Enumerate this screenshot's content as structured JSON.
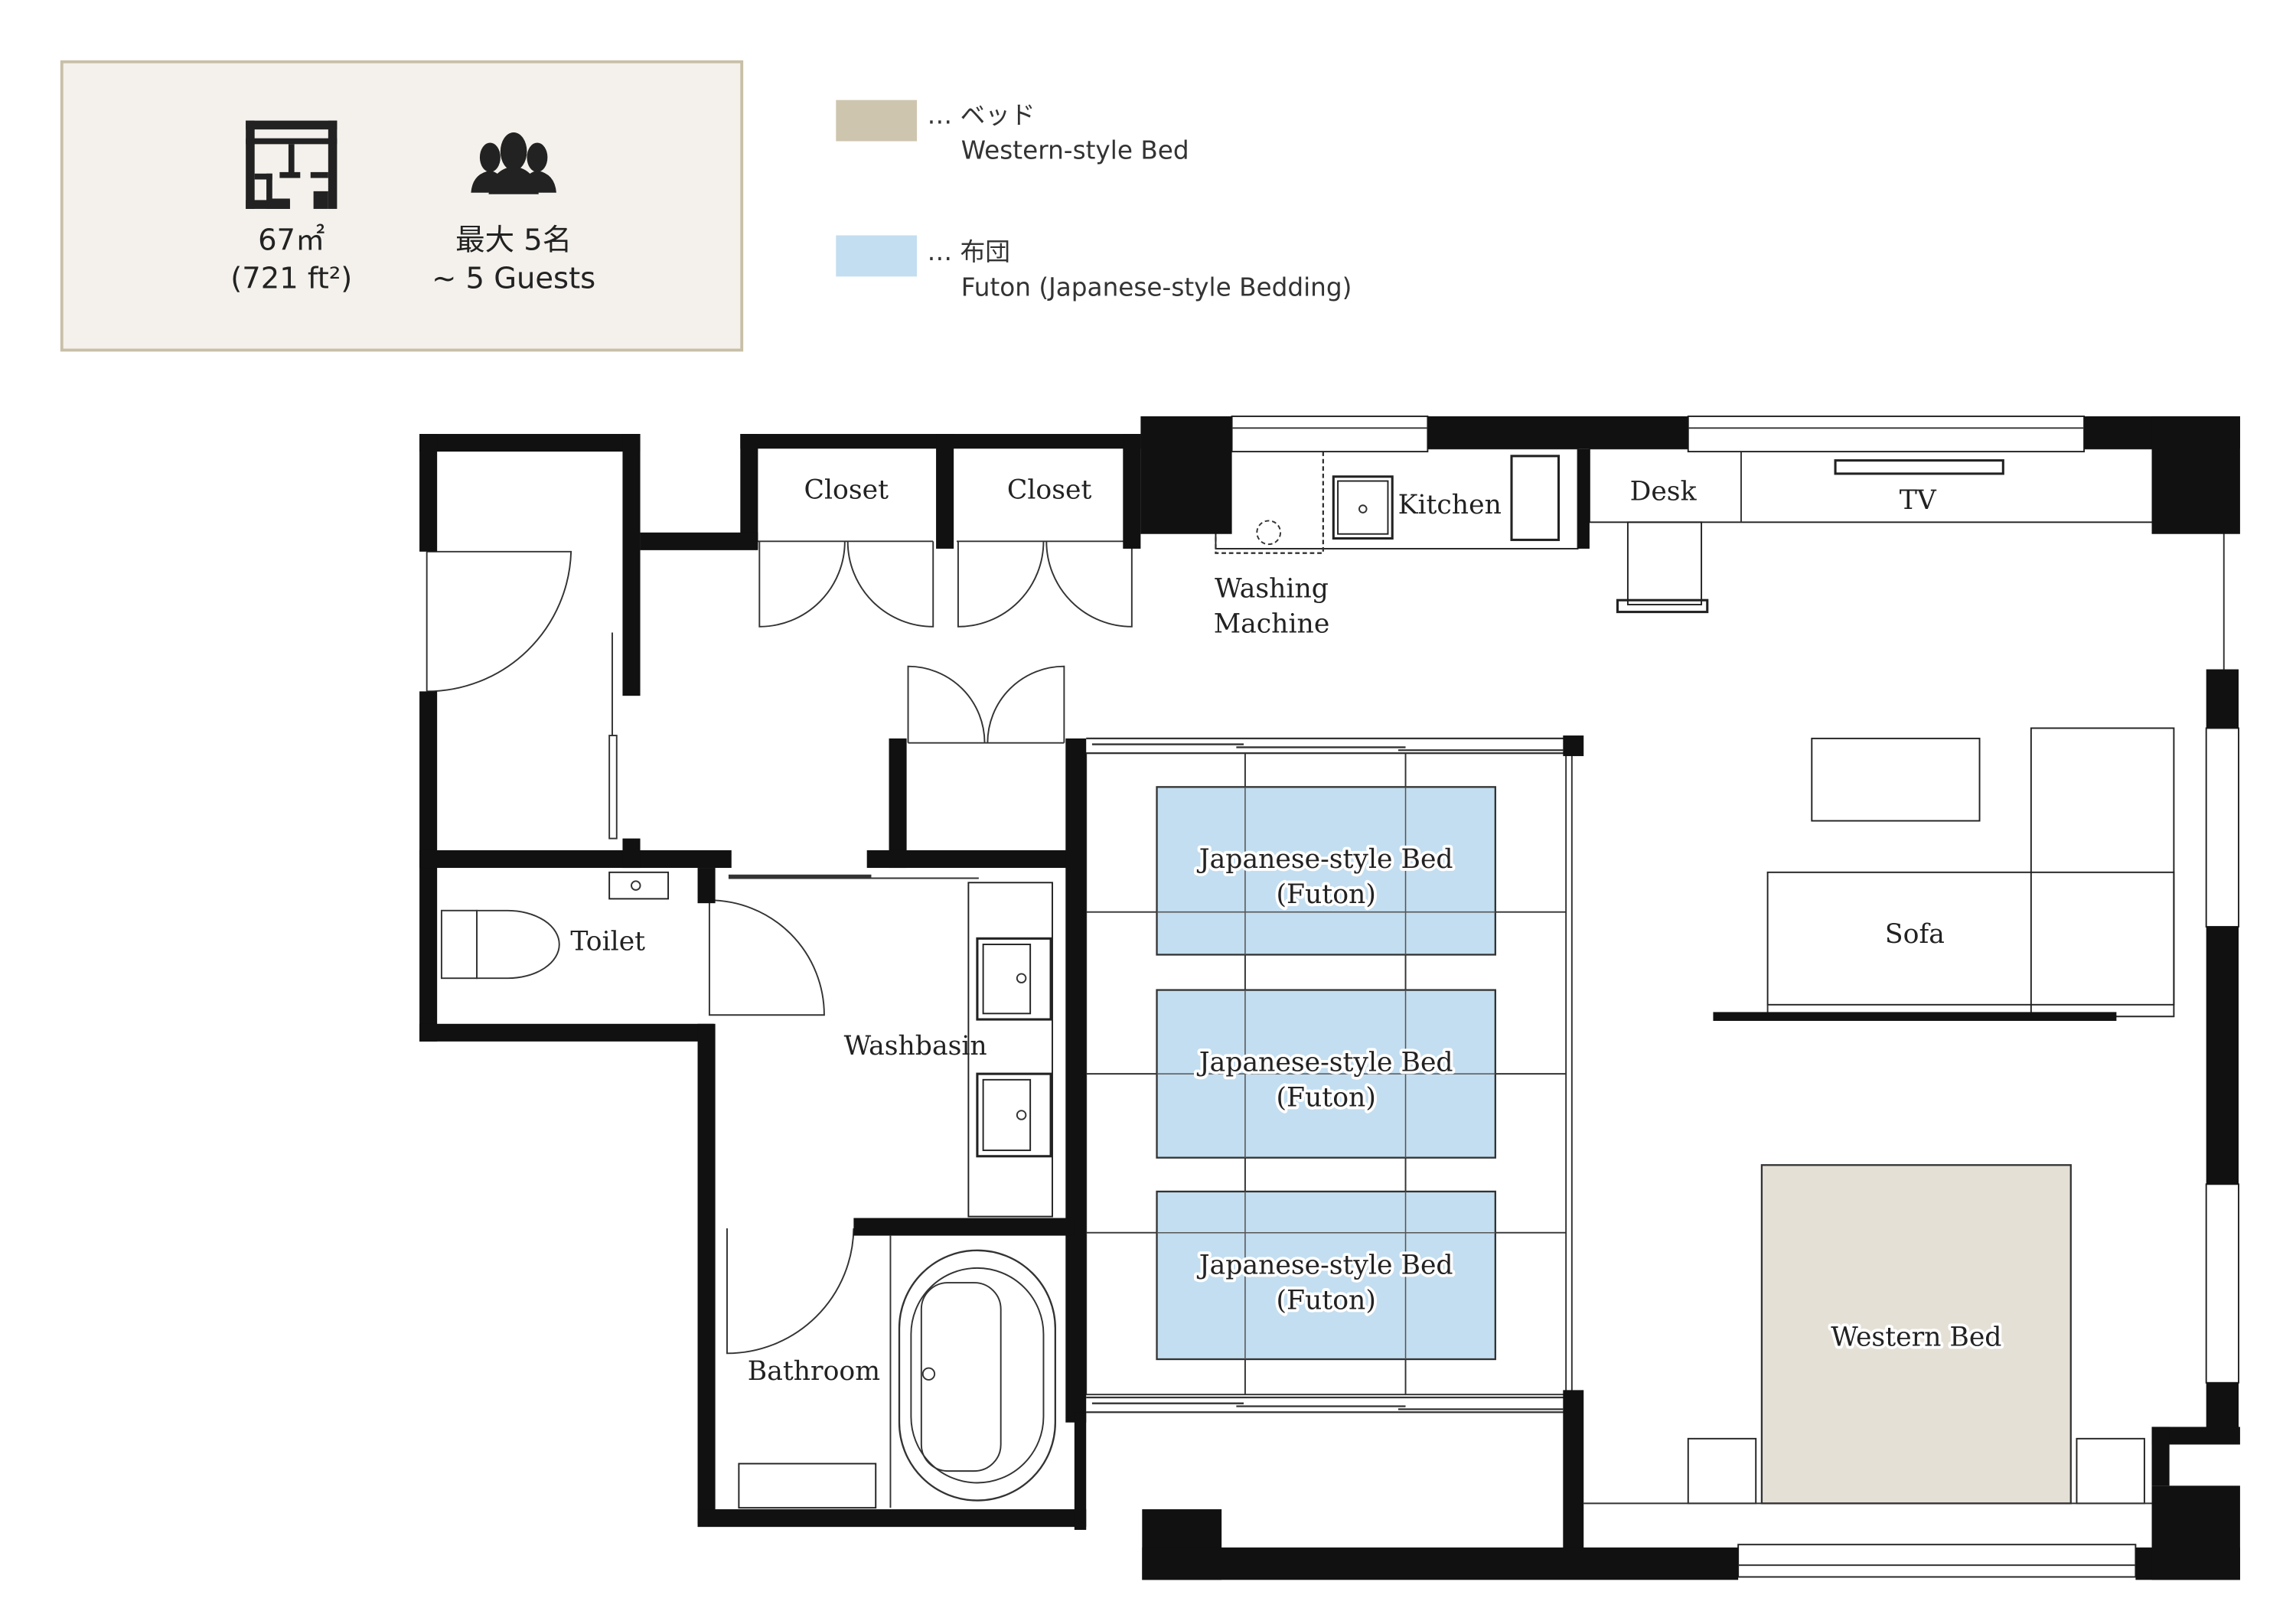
{
  "info_box": {
    "area_metric": "67㎡",
    "area_imperial": "(721 ft²)",
    "capacity_jp": "最大 5名",
    "capacity_en": "~ 5 Guests",
    "icons": [
      "floor-plan-icon",
      "guests-icon"
    ],
    "background": "#F4F1EC",
    "border": "#C8BFA8"
  },
  "legend": {
    "items": [
      {
        "swatch": "#CEC5AF",
        "label_jp": "… ベッド",
        "label_en": "Western-style Bed"
      },
      {
        "swatch": "#C3DEF0",
        "label_jp": "… 布団",
        "label_en": "Futon (Japanese-style Bedding)"
      }
    ]
  },
  "floorplan": {
    "rooms": {
      "closet_1": "Closet",
      "closet_2": "Closet",
      "kitchen": "Kitchen",
      "washing_machine_1": "Washing",
      "washing_machine_2": "Machine",
      "desk": "Desk",
      "tv": "TV",
      "toilet": "Toilet",
      "washbasin": "Washbasin",
      "bathroom": "Bathroom",
      "sofa": "Sofa",
      "western_bed": "Western Bed"
    },
    "futons": [
      {
        "line1": "Japanese-style Bed",
        "line2": "(Futon)"
      },
      {
        "line1": "Japanese-style Bed",
        "line2": "(Futon)"
      },
      {
        "line1": "Japanese-style Bed",
        "line2": "(Futon)"
      }
    ],
    "colors": {
      "wall": "#111111",
      "futon": "#C3DEF0",
      "western_bed": "#E5E0D6"
    }
  }
}
